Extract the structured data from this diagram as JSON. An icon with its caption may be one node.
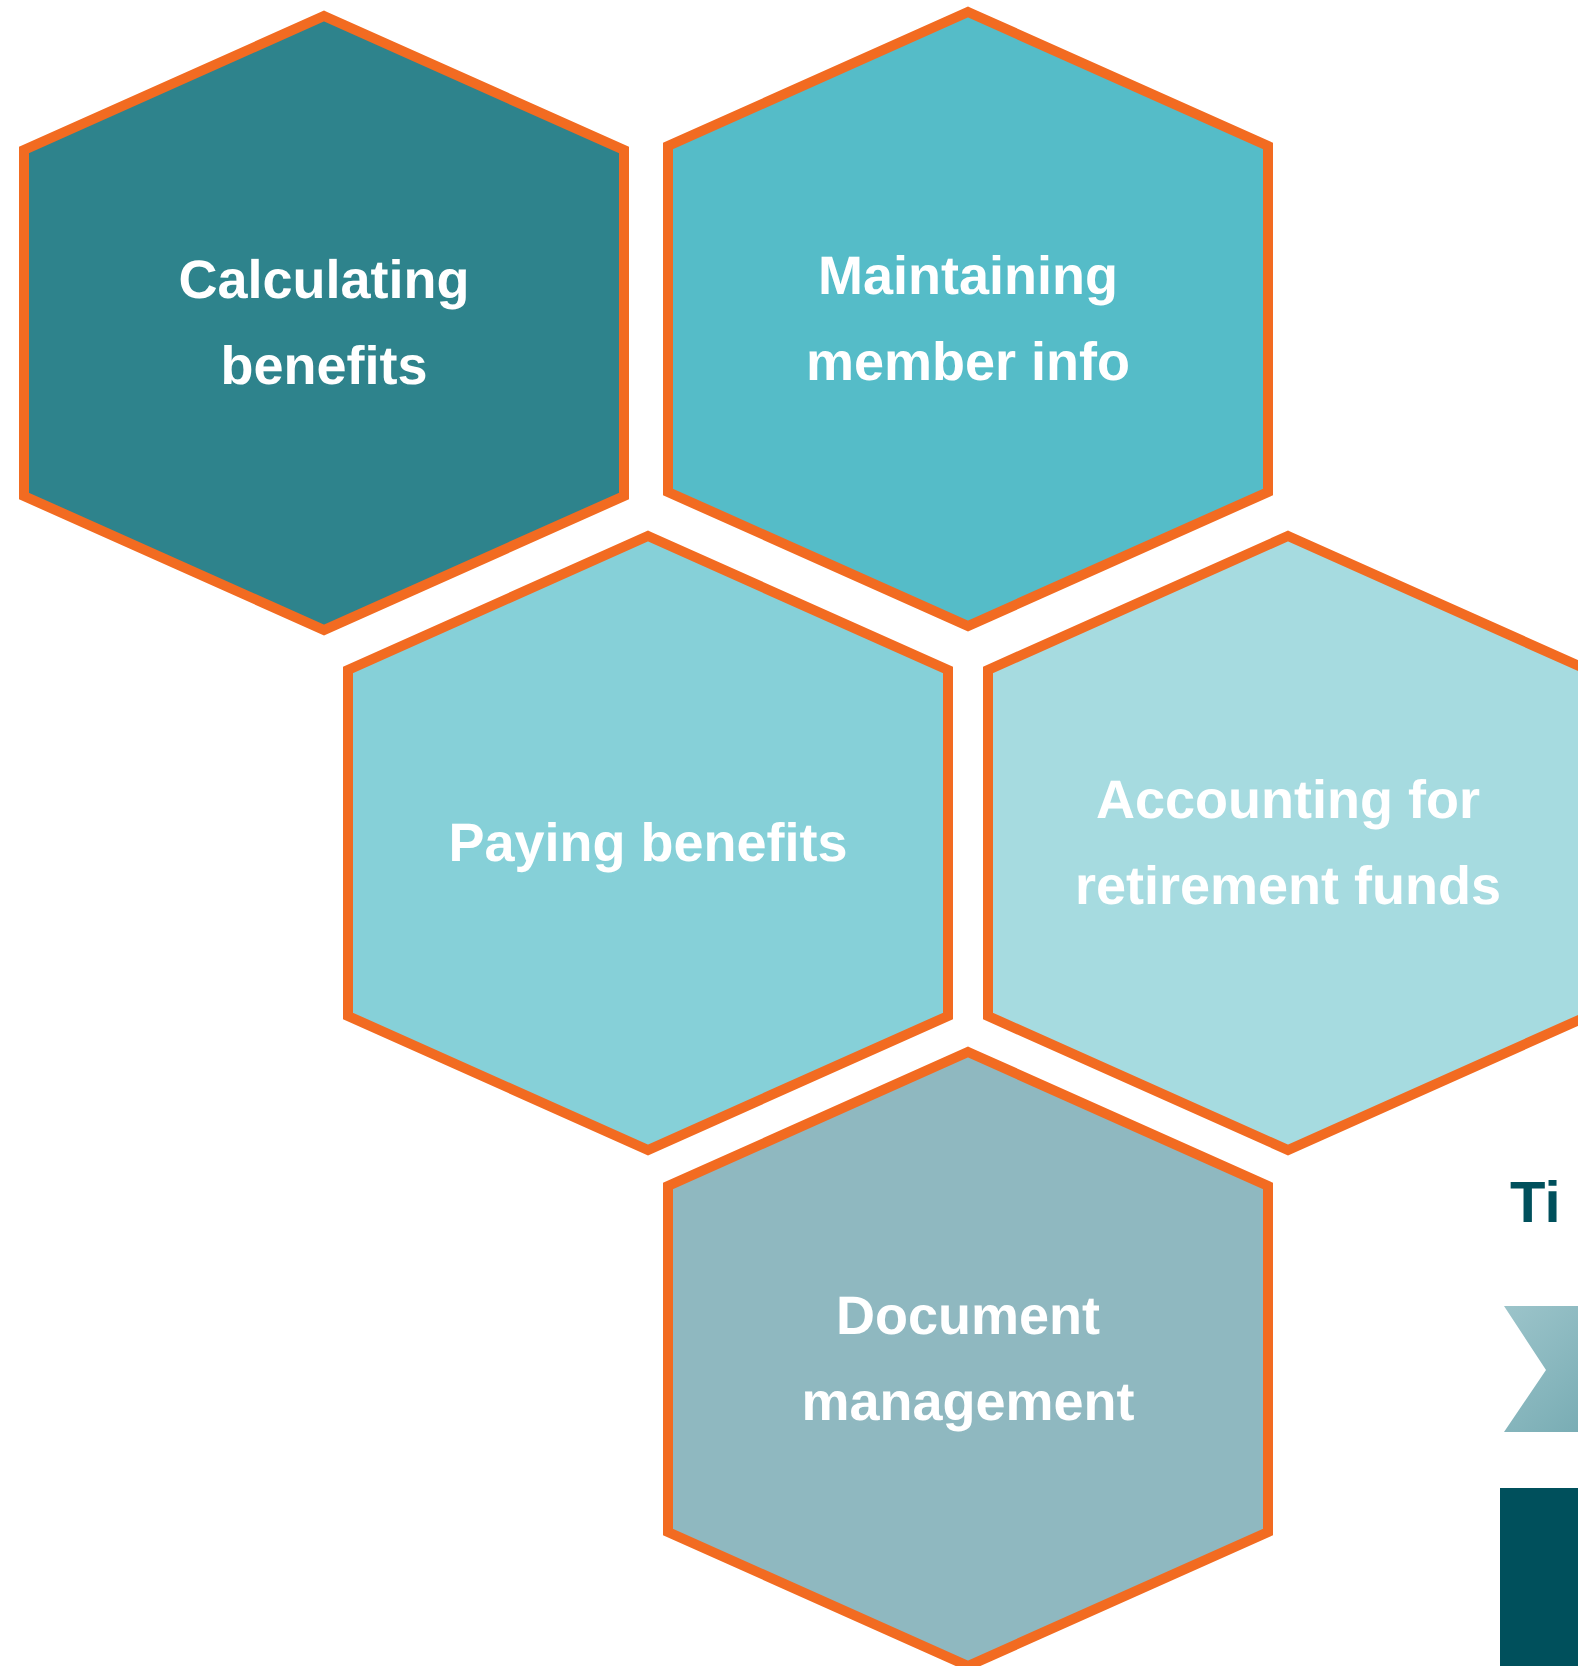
{
  "diagram": {
    "nodes": [
      {
        "text": [
          "Calculating benefits"
        ]
      },
      {
        "text": [
          "Maintaining member info"
        ]
      },
      {
        "text": [
          "Paying benefits"
        ]
      },
      {
        "text": [
          "Accounting for retirement funds"
        ]
      },
      {
        "text": [
          "Document management"
        ]
      }
    ],
    "labels": [
      "Ti"
    ]
  }
}
